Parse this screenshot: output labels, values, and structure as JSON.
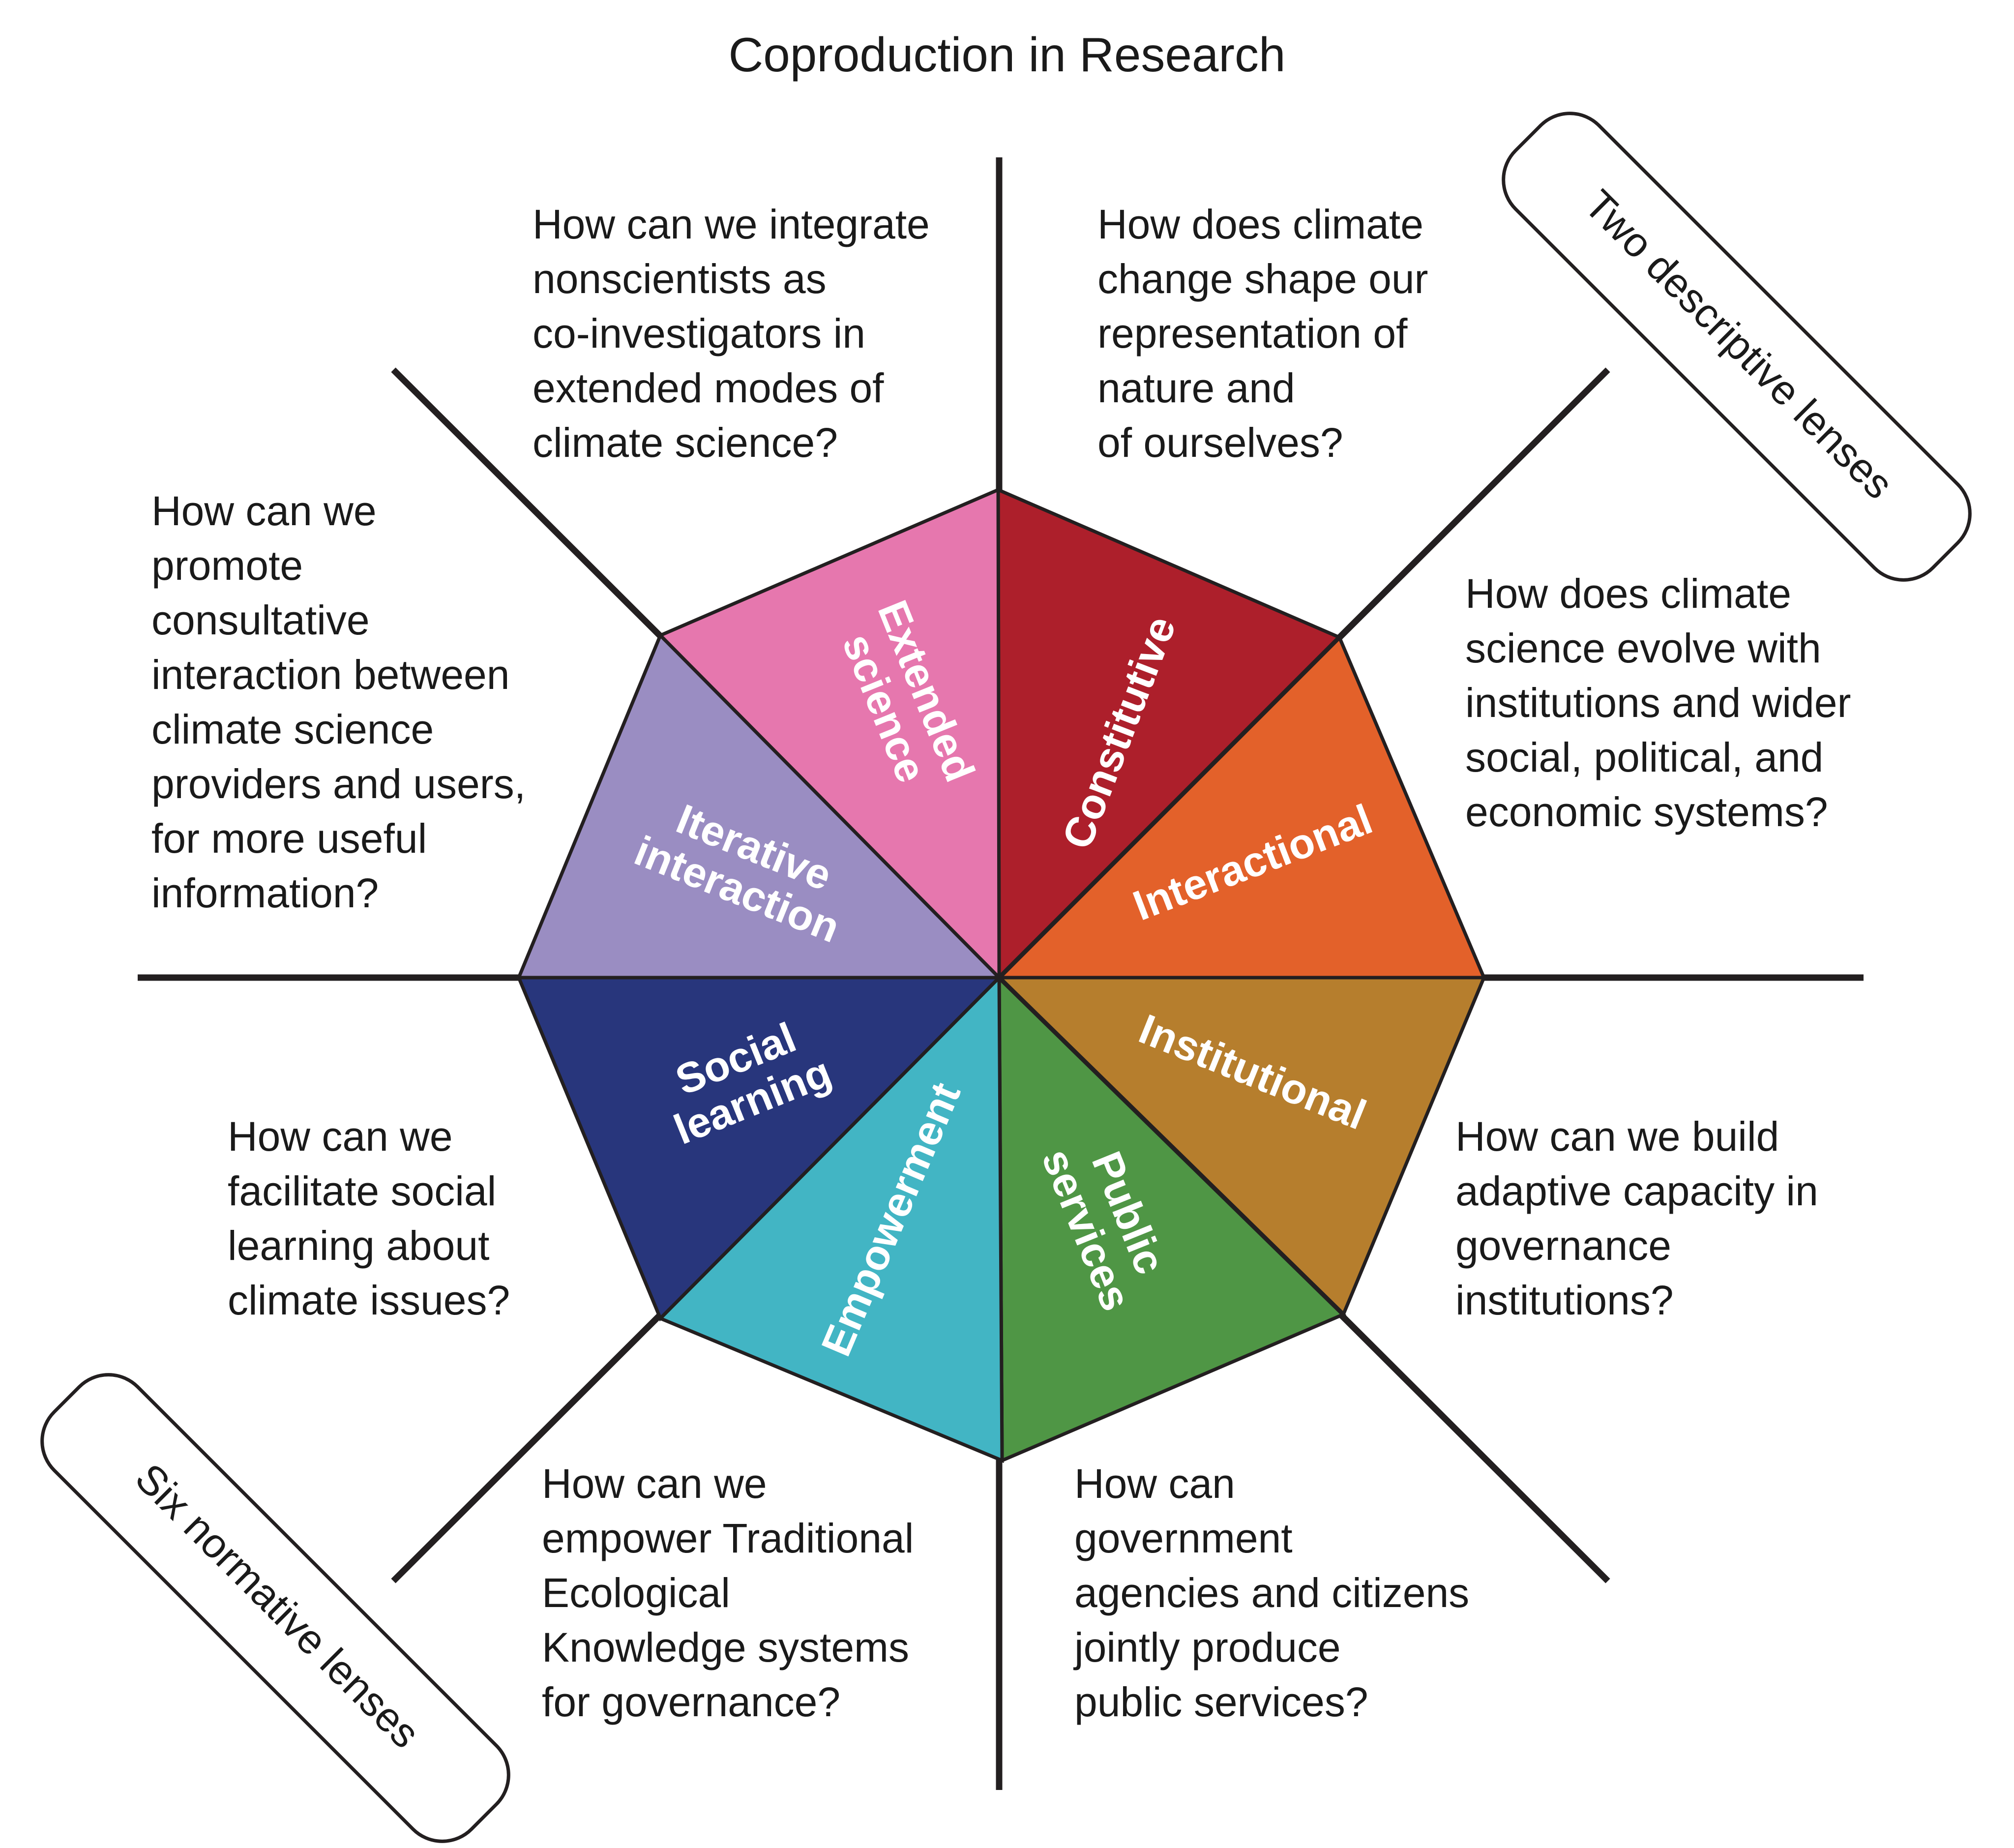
{
  "title": "Coproduction in Research",
  "descriptive_lenses_label": "Two descriptive lenses",
  "normative_lenses_label": "Six normative lenses",
  "segments": [
    {
      "id": "constitutive",
      "lines": [
        "Constitutive"
      ],
      "color": "#ad1f2b"
    },
    {
      "id": "interactional",
      "lines": [
        "Interactional"
      ],
      "color": "#e3612a"
    },
    {
      "id": "institutional",
      "lines": [
        "Institutional"
      ],
      "color": "#b67e2d"
    },
    {
      "id": "public-services",
      "lines": [
        "Public",
        "services"
      ],
      "color": "#4f9645"
    },
    {
      "id": "empowerment",
      "lines": [
        "Empowerment"
      ],
      "color": "#42b5c4"
    },
    {
      "id": "social-learning",
      "lines": [
        "Social",
        "learning"
      ],
      "color": "#28367c"
    },
    {
      "id": "iterative-interaction",
      "lines": [
        "Iterative",
        "interaction"
      ],
      "color": "#9a8dc2"
    },
    {
      "id": "extended-science",
      "lines": [
        "Extended",
        "science"
      ],
      "color": "#e677ae"
    }
  ],
  "questions": [
    {
      "id": "extended-science",
      "lines": [
        "How can we integrate",
        "nonscientists as",
        "co-investigators in",
        "extended modes of",
        "climate science?"
      ]
    },
    {
      "id": "constitutive",
      "lines": [
        "How does climate",
        "change shape our",
        "representation of",
        "nature and",
        "of ourselves?"
      ]
    },
    {
      "id": "iterative-interaction",
      "lines": [
        "How can we",
        "promote",
        "consultative",
        "interaction between",
        "climate science",
        "providers and users,",
        "for more useful",
        "information?"
      ]
    },
    {
      "id": "interactional",
      "lines": [
        "How does climate",
        "science evolve with",
        "institutions and wider",
        "social, political, and",
        "economic systems?"
      ]
    },
    {
      "id": "social-learning",
      "lines": [
        "How can we",
        "facilitate social",
        "learning about",
        "climate issues?"
      ]
    },
    {
      "id": "institutional",
      "lines": [
        "How can we build",
        "adaptive capacity in",
        "governance",
        "institutions?"
      ]
    },
    {
      "id": "empowerment",
      "lines": [
        "How can we",
        "empower Traditional",
        "Ecological",
        "Knowledge systems",
        "for governance?"
      ]
    },
    {
      "id": "public-services",
      "lines": [
        "How can",
        "government",
        "agencies and citizens",
        "jointly produce",
        "public services?"
      ]
    }
  ]
}
